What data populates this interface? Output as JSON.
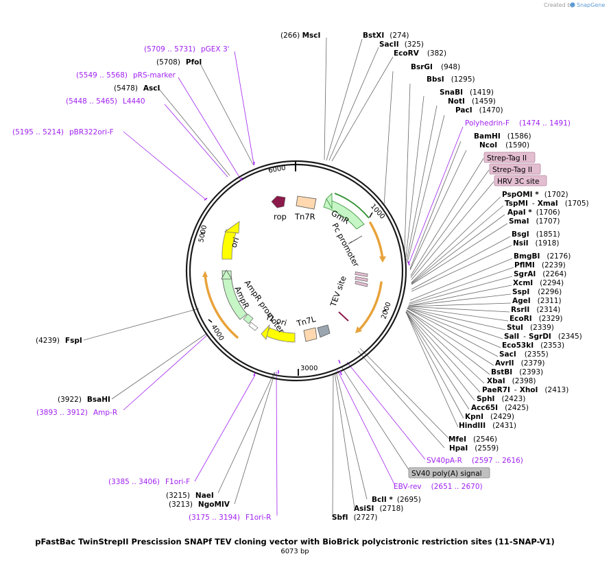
{
  "map": {
    "title": "pFastBac TwinStrepII Prescission SNAPf TEV cloning vector with BioBrick polycistronic restriction sites (11-SNAP-V1)",
    "length_label": "6073 bp",
    "length_bp": 6073,
    "created_by": "Created by",
    "brand": "SnapGene",
    "brand_color": "#5a9bd4"
  },
  "ticks": [
    "1000",
    "2000",
    "3000",
    "4000",
    "5000",
    "6000"
  ],
  "sites": [
    {
      "name": "MscI",
      "pos": "(266)",
      "color": "black",
      "side": "left"
    },
    {
      "name": "BstXI",
      "pos": "(274)",
      "color": "black"
    },
    {
      "name": "SacII",
      "pos": "(325)",
      "color": "black"
    },
    {
      "name": "EcoRV",
      "pos": "(382)",
      "color": "black"
    },
    {
      "name": "BsrGI",
      "pos": "(948)",
      "color": "black"
    },
    {
      "name": "BbsI",
      "pos": "(1295)",
      "color": "black"
    },
    {
      "name": "SnaBI",
      "pos": "(1419)",
      "color": "black"
    },
    {
      "name": "NotI",
      "pos": "(1459)",
      "color": "black"
    },
    {
      "name": "PacI",
      "pos": "(1470)",
      "color": "black"
    },
    {
      "name": "Polyhedrin-F",
      "pos": "(1474 .. 1491)",
      "color": "purple"
    },
    {
      "name": "BamHI",
      "pos": "(1586)",
      "color": "black"
    },
    {
      "name": "NcoI",
      "pos": "(1590)",
      "color": "black"
    },
    {
      "name": "PspOMI *",
      "pos": "(1702)",
      "color": "black"
    },
    {
      "name": "TspMI",
      "name2": "XmaI",
      "pos": "(1705)",
      "color": "black"
    },
    {
      "name": "ApaI *",
      "pos": "(1706)",
      "color": "black"
    },
    {
      "name": "SmaI",
      "pos": "(1707)",
      "color": "black"
    },
    {
      "name": "BsgI",
      "pos": "(1851)",
      "color": "black"
    },
    {
      "name": "NsiI",
      "pos": "(1918)",
      "color": "black"
    },
    {
      "name": "BmgBI",
      "pos": "(2176)",
      "color": "black"
    },
    {
      "name": "PflMI",
      "pos": "(2239)",
      "color": "black"
    },
    {
      "name": "SgrAI",
      "pos": "(2264)",
      "color": "black"
    },
    {
      "name": "XcmI",
      "pos": "(2294)",
      "color": "black"
    },
    {
      "name": "SspI",
      "pos": "(2296)",
      "color": "black"
    },
    {
      "name": "AgeI",
      "pos": "(2311)",
      "color": "black"
    },
    {
      "name": "RsrII",
      "pos": "(2314)",
      "color": "black"
    },
    {
      "name": "EcoRI",
      "pos": "(2329)",
      "color": "black"
    },
    {
      "name": "StuI",
      "pos": "(2339)",
      "color": "black"
    },
    {
      "name": "SalI",
      "name2": "SgrDI",
      "pos": "(2345)",
      "color": "black"
    },
    {
      "name": "Eco53kI",
      "pos": "(2353)",
      "color": "black"
    },
    {
      "name": "SacI",
      "pos": "(2355)",
      "color": "black"
    },
    {
      "name": "AvrII",
      "pos": "(2379)",
      "color": "black"
    },
    {
      "name": "BstBI",
      "pos": "(2393)",
      "color": "black"
    },
    {
      "name": "XbaI",
      "pos": "(2398)",
      "color": "black"
    },
    {
      "name": "PaeR7I",
      "name2": "XhoI",
      "pos": "(2413)",
      "color": "black"
    },
    {
      "name": "SphI",
      "pos": "(2423)",
      "color": "black"
    },
    {
      "name": "Acc65I",
      "pos": "(2425)",
      "color": "black"
    },
    {
      "name": "KpnI",
      "pos": "(2429)",
      "color": "black"
    },
    {
      "name": "HindIII",
      "pos": "(2431)",
      "color": "black"
    },
    {
      "name": "MfeI",
      "pos": "(2546)",
      "color": "black"
    },
    {
      "name": "HpaI",
      "pos": "(2559)",
      "color": "black"
    },
    {
      "name": "SV40pA-R",
      "pos": "(2597 .. 2616)",
      "color": "purple"
    },
    {
      "name": "EBV-rev",
      "pos": "(2651 .. 2670)",
      "color": "purple"
    },
    {
      "name": "BclI *",
      "pos": "(2695)",
      "color": "black"
    },
    {
      "name": "AsiSI",
      "pos": "(2718)",
      "color": "black"
    },
    {
      "name": "SbfI",
      "pos": "(2727)",
      "color": "black"
    },
    {
      "name": "F1ori-R",
      "pos": "(3175 .. 3194)",
      "color": "purple"
    },
    {
      "name": "NgoMIV",
      "pos": "(3213)",
      "color": "black"
    },
    {
      "name": "NaeI",
      "pos": "(3215)",
      "color": "black"
    },
    {
      "name": "F1ori-F",
      "pos": "(3385 .. 3406)",
      "color": "purple"
    },
    {
      "name": "Amp-R",
      "pos": "(3893 .. 3912)",
      "color": "purple"
    },
    {
      "name": "BsaHI",
      "pos": "(3922)",
      "color": "black"
    },
    {
      "name": "FspI",
      "pos": "(4239)",
      "color": "black"
    },
    {
      "name": "pBR322ori-F",
      "pos": "(5195 .. 5214)",
      "color": "purple"
    },
    {
      "name": "L4440",
      "pos": "(5448 .. 5465)",
      "color": "purple"
    },
    {
      "name": "AscI",
      "pos": "(5478)",
      "color": "black"
    },
    {
      "name": "pRS-marker",
      "pos": "(5549 .. 5568)",
      "color": "purple"
    },
    {
      "name": "PfoI",
      "pos": "(5708)",
      "color": "black"
    },
    {
      "name": "pGEX 3'",
      "pos": "(5709 .. 5731)",
      "color": "purple"
    }
  ],
  "boxed_features": [
    {
      "name": "Strep-Tag II"
    },
    {
      "name": "Strep-Tag II"
    },
    {
      "name": "HRV 3C site"
    },
    {
      "name": "SV40 poly(A) signal"
    }
  ],
  "features": {
    "gmr": "GmR",
    "pc_promoter": "Pc promoter",
    "tev_site": "TEV site",
    "tn7l": "Tn7L",
    "f1_ori": "f1 ori",
    "ampr_promoter": "AmpR promoter",
    "ampr": "AmpR",
    "ori": "ori",
    "rop": "rop",
    "tn7r": "Tn7R"
  },
  "colors": {
    "backbone": "#1a1a1a",
    "site_purple": "#a020f0",
    "gmr": "#c6f5c6",
    "ampr": "#c6f5c6",
    "ori": "#ffff00",
    "f1ori": "#ffff00",
    "rop": "#8b1a4a",
    "tn7": "#ffd8b0",
    "orange_arc": "#e8a23a",
    "tag_box": "#e3bdd0",
    "polyA_box": "#c0c0c0"
  }
}
